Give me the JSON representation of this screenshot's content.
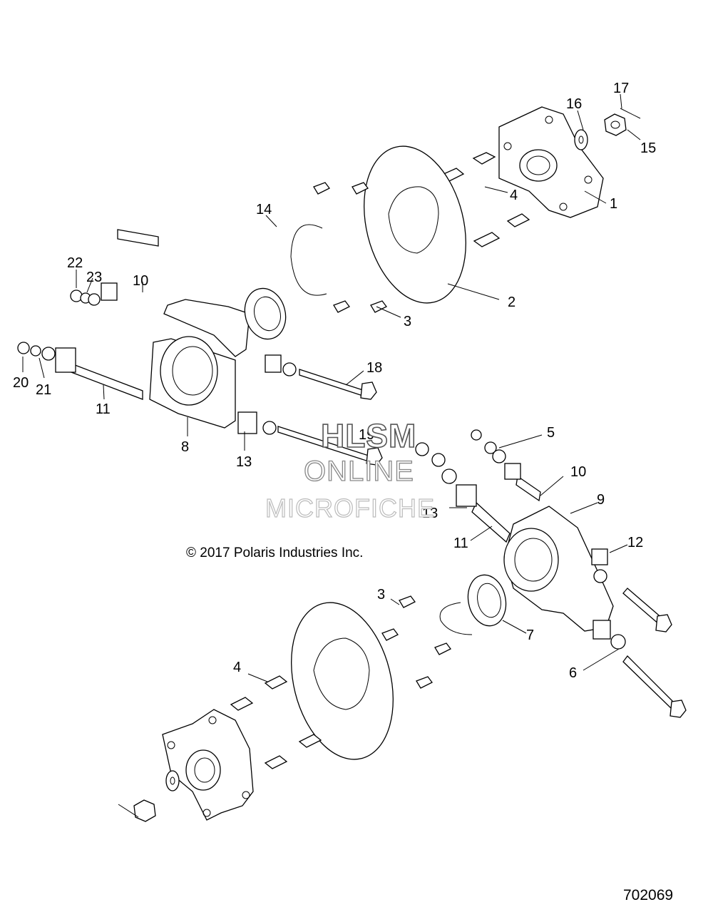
{
  "drawing": {
    "copyright": "© 2017 Polaris Industries Inc.",
    "drawing_number": "702069"
  },
  "watermark": {
    "line1": "HLSM",
    "line2": "ONLINE",
    "line3": "MICROFICHE"
  },
  "callouts": {
    "c1": "1",
    "c2": "2",
    "c3a": "3",
    "c3b": "3",
    "c4a": "4",
    "c4b": "4",
    "c5": "5",
    "c6": "6",
    "c7": "7",
    "c8": "8",
    "c9": "9",
    "c10a": "10",
    "c10b": "10",
    "c11a": "11",
    "c11b": "11",
    "c12": "12",
    "c13a": "13",
    "c13b": "13",
    "c14": "14",
    "c15": "15",
    "c16": "16",
    "c17": "17",
    "c18": "18",
    "c19": "19",
    "c20": "20",
    "c21": "21",
    "c22": "22",
    "c23": "23"
  }
}
